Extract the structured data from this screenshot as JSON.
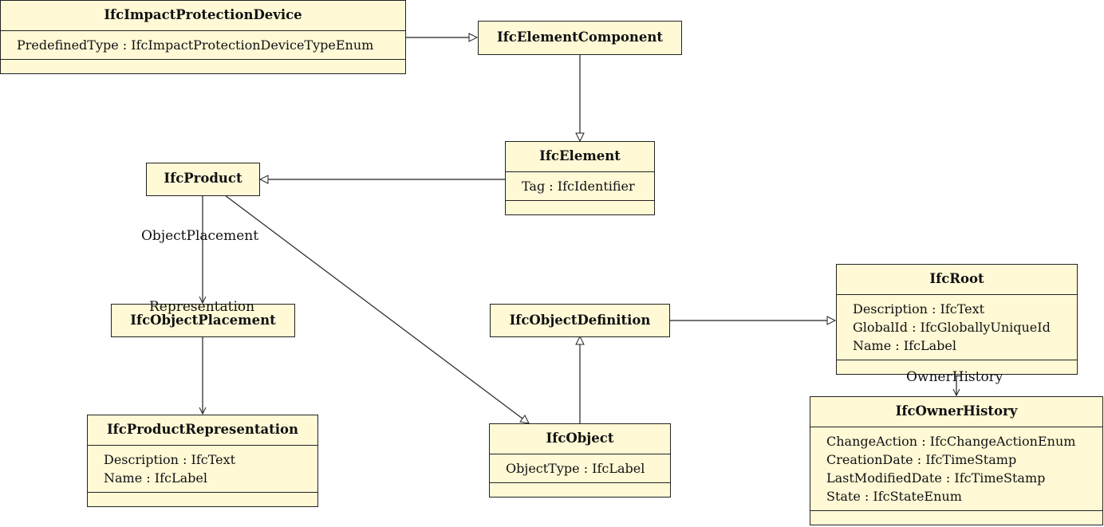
{
  "classes": {
    "impact_device": {
      "name": "IfcImpactProtectionDevice",
      "attributes": [
        "PredefinedType : IfcImpactProtectionDeviceTypeEnum"
      ]
    },
    "element_component": {
      "name": "IfcElementComponent"
    },
    "element": {
      "name": "IfcElement",
      "attributes": [
        "Tag : IfcIdentifier"
      ]
    },
    "product": {
      "name": "IfcProduct"
    },
    "object_placement": {
      "name": "IfcObjectPlacement"
    },
    "product_representation": {
      "name": "IfcProductRepresentation",
      "attributes": [
        "Description : IfcText",
        "Name : IfcLabel"
      ]
    },
    "object_definition": {
      "name": "IfcObjectDefinition"
    },
    "object": {
      "name": "IfcObject",
      "attributes": [
        "ObjectType : IfcLabel"
      ]
    },
    "root": {
      "name": "IfcRoot",
      "attributes": [
        "Description : IfcText",
        "GlobalId : IfcGloballyUniqueId",
        "Name : IfcLabel"
      ]
    },
    "owner_history": {
      "name": "IfcOwnerHistory",
      "attributes": [
        "ChangeAction : IfcChangeActionEnum",
        "CreationDate : IfcTimeStamp",
        "LastModifiedDate : IfcTimeStamp",
        "State : IfcStateEnum"
      ]
    }
  },
  "edge_labels": {
    "object_placement": "ObjectPlacement",
    "representation": "Representation",
    "owner_history": "OwnerHistory"
  },
  "colors": {
    "class_fill": "#fff9d6",
    "line": "#222222"
  }
}
